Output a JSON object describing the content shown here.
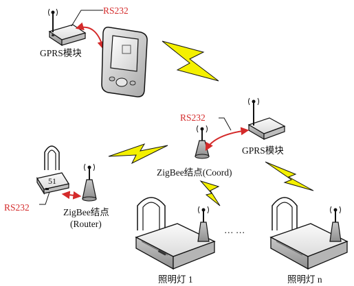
{
  "labels": {
    "rs232_top": "RS232",
    "gprs_top": "GPRS模块",
    "rs232_mid": "RS232",
    "coord": "ZigBee结点(Coord)",
    "gprs_mid": "GPRS模块",
    "chip": "51",
    "rs232_left": "RS232",
    "router_line1": "ZigBee结点",
    "router_line2": "(Router)",
    "ellipsis": "… …",
    "lamp1": "照明灯 1",
    "lampn": "照明灯 n"
  },
  "colors": {
    "link_red": "#d42a2a",
    "bolt_yellow": "#f4f000",
    "device_grey": "#d9d9d9",
    "outline": "#111111"
  }
}
